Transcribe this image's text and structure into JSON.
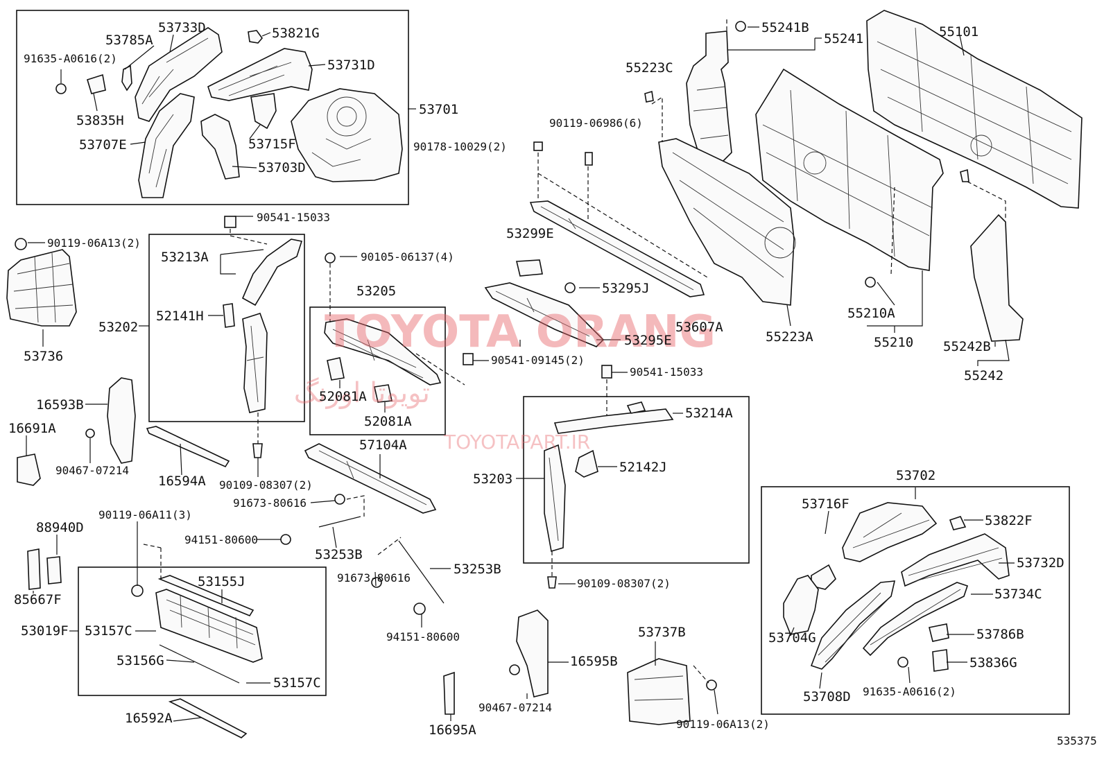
{
  "labels": {
    "l53733D": "53733D",
    "l53785A": "53785A",
    "l53821G": "53821G",
    "l91635A0616_top": "91635-A0616(2)",
    "l53731D": "53731D",
    "l53701": "53701",
    "l53835H": "53835H",
    "l53715F": "53715F",
    "l53707E": "53707E",
    "l53703D": "53703D",
    "l55241B": "55241B",
    "l55241": "55241",
    "l55101": "55101",
    "l55223C": "55223C",
    "l90119_06986": "90119-06986(6)",
    "l90178_10029": "90178-10029(2)",
    "l90541_15033_a": "90541-15033",
    "l90119_06A13_a": "90119-06A13(2)",
    "l53213A": "53213A",
    "l90105_06137": "90105-06137(4)",
    "l53299E": "53299E",
    "l53205": "53205",
    "l53295J": "53295J",
    "l52141H": "52141H",
    "l53202": "53202",
    "l53736": "53736",
    "l55210A": "55210A",
    "l55223A": "55223A",
    "l53607A": "53607A",
    "l53295E": "53295E",
    "l55210": "55210",
    "l55242B": "55242B",
    "l55242": "55242",
    "l90541_09145": "90541-09145(2)",
    "l90541_15033_b": "90541-15033",
    "l52081A_a": "52081A",
    "l52081A_b": "52081A",
    "l16593B": "16593B",
    "l16691A": "16691A",
    "l53214A": "53214A",
    "l57104A": "57104A",
    "l52142J": "52142J",
    "l53203": "53203",
    "l90467_07214_a": "90467-07214",
    "l16594A": "16594A",
    "l90109_08307_a": "90109-08307(2)",
    "l91673_80616_a": "91673-80616",
    "l53702": "53702",
    "l53716F": "53716F",
    "l53822F": "53822F",
    "l90119_06A11": "90119-06A11(3)",
    "l88940D": "88940D",
    "l94151_80600_a": "94151-80600",
    "l53253B_a": "53253B",
    "l53732D": "53732D",
    "l91673_80616_b": "91673-80616",
    "l53253B_b": "53253B",
    "l53155J": "53155J",
    "l53734C": "53734C",
    "l90109_08307_b": "90109-08307(2)",
    "l85667F": "85667F",
    "l53019F": "53019F",
    "l53157C_a": "53157C",
    "l94151_80600_b": "94151-80600",
    "l53737B": "53737B",
    "l53786B": "53786B",
    "l53704G": "53704G",
    "l53156G": "53156G",
    "l16595B": "16595B",
    "l53836G": "53836G",
    "l53157C_b": "53157C",
    "l90467_07214_b": "90467-07214",
    "l91635A0616_bot": "91635-A0616(2)",
    "l53708D": "53708D",
    "l16592A": "16592A",
    "l90119_06A13_b": "90119-06A13(2)",
    "l16695A": "16695A",
    "l535375": "535375"
  },
  "watermark": {
    "brand": "TOYOTA ORANG",
    "persian": "تویوتا اورنگ",
    "site": "TOYOTAPART.IR"
  }
}
